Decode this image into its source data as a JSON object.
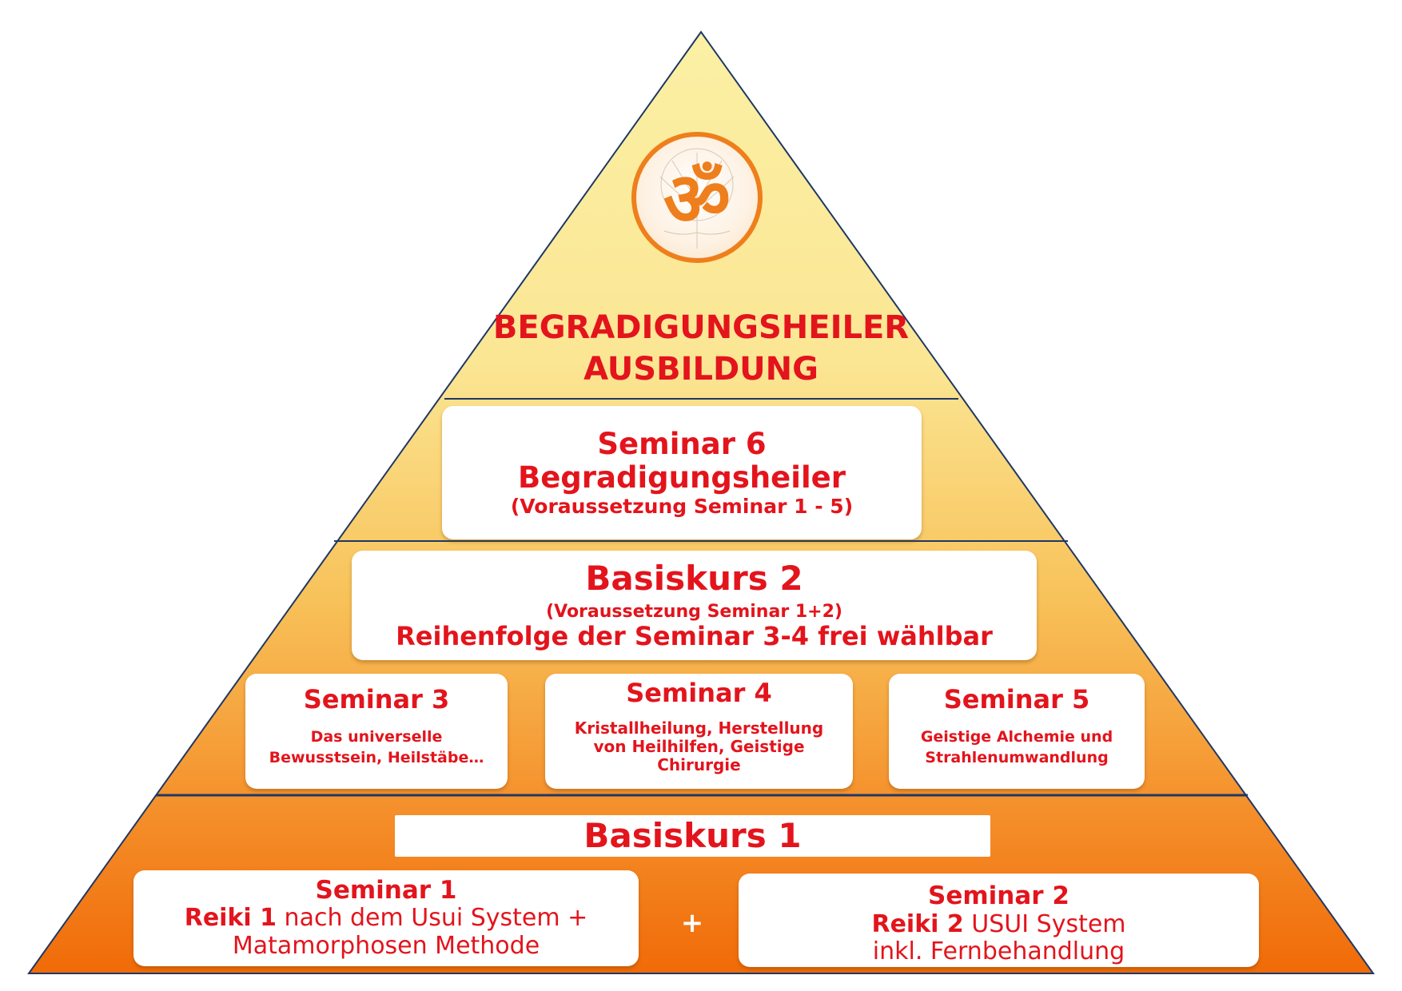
{
  "colors": {
    "pyramid_top": "#fbf0a4",
    "pyramid_mid": "#f8c25a",
    "pyramid_bottom": "#f06b08",
    "divider": "#1f3864",
    "text_red": "#e3141c",
    "om_orange": "#ee7f1c"
  },
  "apex": {
    "icon": "om-symbol-icon",
    "om_glyph": "ॐ",
    "title_line1": "BEGRADIGUNGSHEILER",
    "title_line2": "AUSBILDUNG"
  },
  "seminar6": {
    "title": "Seminar 6",
    "subtitle": "Begradigungsheiler",
    "note": "(Voraussetzung Seminar  1 - 5)"
  },
  "basiskurs2": {
    "title": "Basiskurs  2",
    "note": "(Voraussetzung  Seminar  1+2)",
    "info": "Reihenfolge der Seminar 3-4 frei wählbar"
  },
  "seminar3": {
    "title": "Seminar 3",
    "line1": "Das universelle",
    "line2": "Bewusstsein, Heilstäbe…"
  },
  "seminar4": {
    "title": "Seminar 4",
    "line1": "Kristallheilung, Herstellung",
    "line2": "von Heilhilfen, Geistige",
    "line3": "Chirurgie"
  },
  "seminar5": {
    "title": "Seminar 5",
    "line1": "Geistige Alchemie und",
    "line2": "Strahlenumwandlung"
  },
  "basiskurs1": {
    "title": "Basiskurs  1"
  },
  "seminar1": {
    "title": "Seminar 1",
    "line1_bold": "Reiki 1",
    "line1_rest": " nach dem Usui System +",
    "line2": "Matamorphosen Methode"
  },
  "plus_sign": "+",
  "seminar2": {
    "title": "Seminar 2",
    "line1_bold": "Reiki 2",
    "line1_rest": " USUI System",
    "line2": "inkl. Fernbehandlung"
  }
}
